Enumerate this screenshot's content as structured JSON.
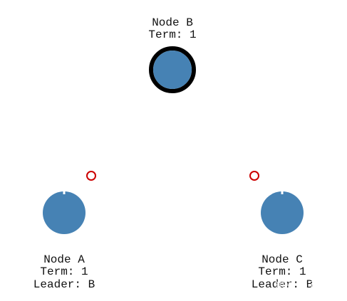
{
  "colors": {
    "node_fill": "#4682b4",
    "leader_ring": "#000000",
    "message": "#cc0000",
    "text": "#111111",
    "timeout_notch": "#ffffff"
  },
  "nodes": [
    {
      "id": "B",
      "name": "Node B",
      "term": "Term: 1",
      "leader_label": "",
      "role": "leader"
    },
    {
      "id": "A",
      "name": "Node A",
      "term": "Term: 1",
      "leader_label": "Leader: B",
      "role": "follower"
    },
    {
      "id": "C",
      "name": "Node C",
      "term": "Term: 1",
      "leader_label": "Leader: B",
      "role": "follower"
    }
  ],
  "messages": [
    {
      "from": "B",
      "to": "A",
      "type": "heartbeat"
    },
    {
      "from": "B",
      "to": "C",
      "type": "heartbeat"
    }
  ],
  "watermark": "知乎 @无知影"
}
